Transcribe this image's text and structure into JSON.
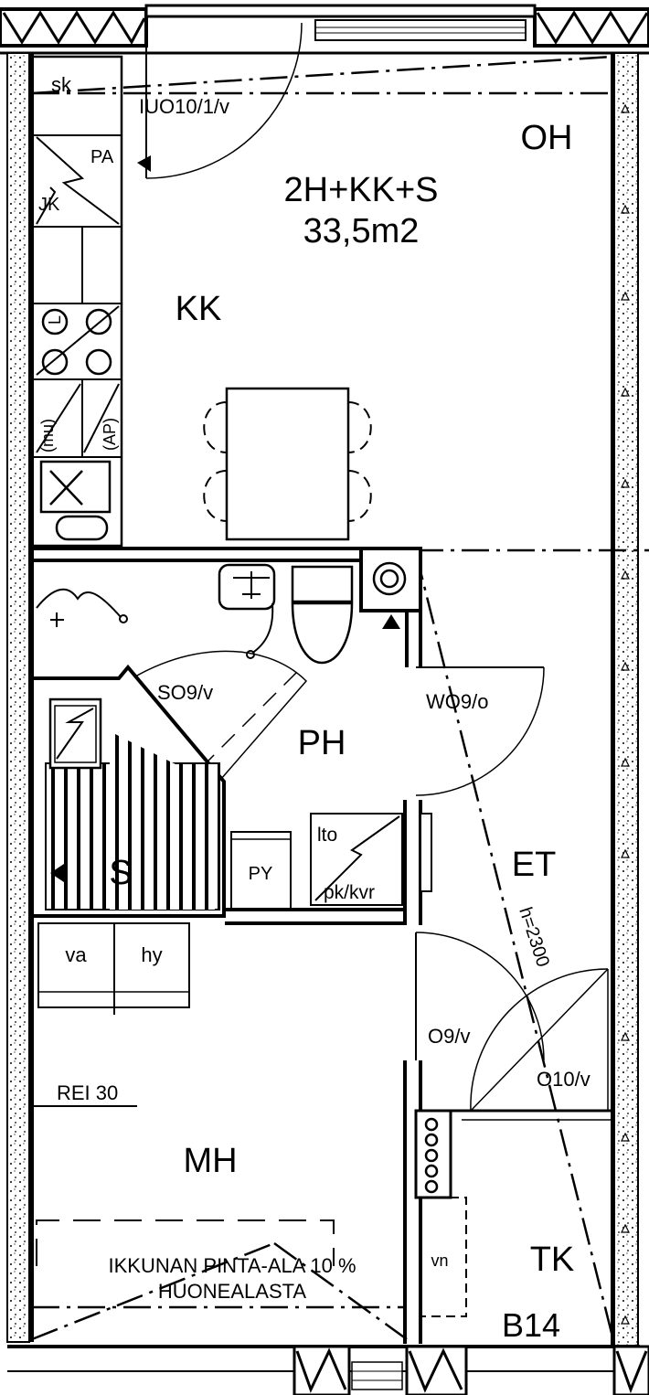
{
  "plan": {
    "apartment_type": "2H+KK+S",
    "area": "33,5m2",
    "rooms": {
      "oh": "OH",
      "kk": "KK",
      "ph": "PH",
      "s": "S",
      "et": "ET",
      "mh": "MH",
      "tk": "TK"
    },
    "doors": {
      "iuo": "IUO10/1/v",
      "so": "SO9/v",
      "wo": "WO9/o",
      "o9": "O9/v",
      "o10": "O10/v"
    },
    "fixtures": {
      "sk": "sk",
      "pa": "PA",
      "jk": "JK",
      "l": "L",
      "mu": "(mu)",
      "ap": "(AP)",
      "py": "PY",
      "lto": "lto",
      "pk": "pk/kvr",
      "va": "va",
      "hy": "hy",
      "vn": "vn"
    },
    "notes": {
      "height": "h=2300",
      "fire_rating": "REI 30",
      "window_line1": "IKKUNAN PINTA-ALA 10 %",
      "window_line2": "HUONEALASTA"
    },
    "unit_code": "B14"
  }
}
